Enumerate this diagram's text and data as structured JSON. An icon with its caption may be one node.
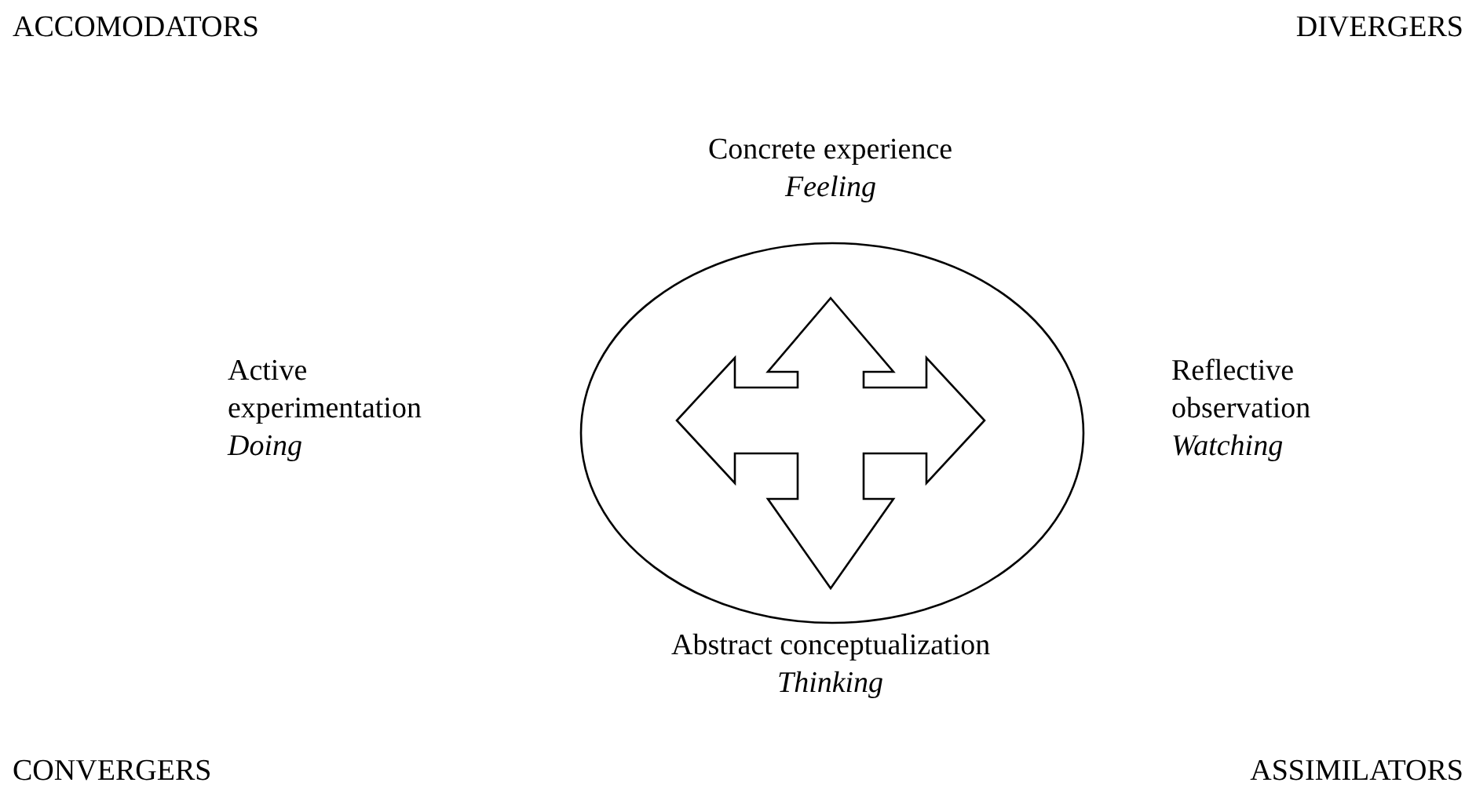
{
  "diagram": {
    "nodes": [
      {
        "text": [],
        "shape": "circle"
      }
    ],
    "labels": [
      "ACCOMODATORS",
      "DIVERGERS",
      "Concrete experience",
      "Feeling",
      "Active experimentation",
      "Doing",
      "Reflective observation",
      "Watching",
      "Abstract conceptualization",
      "Thinking",
      "CONVERGERS",
      "ASSIMILATORS"
    ]
  }
}
